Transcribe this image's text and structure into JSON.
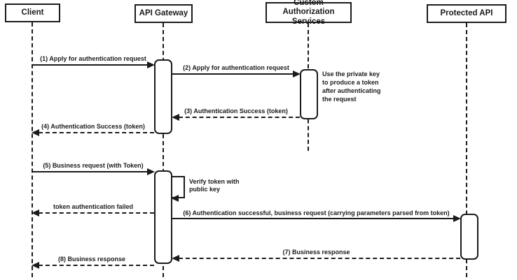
{
  "diagram": {
    "type": "sequence",
    "actors": [
      {
        "label": "Client"
      },
      {
        "label": "API Gateway"
      },
      {
        "label": "Custom Authorization Services"
      },
      {
        "label": "Protected API"
      }
    ],
    "messages": [
      {
        "label": "(1) Apply for authentication request",
        "from": "Client",
        "to": "API Gateway",
        "style": "solid"
      },
      {
        "label": "(2) Apply for authentication request",
        "from": "API Gateway",
        "to": "Custom Authorization Services",
        "style": "solid"
      },
      {
        "label": "(3) Authentication Success (token)",
        "from": "Custom Authorization Services",
        "to": "API Gateway",
        "style": "dashed"
      },
      {
        "label": "(4) Authentication Success (token)",
        "from": "API Gateway",
        "to": "Client",
        "style": "dashed"
      },
      {
        "label": "(5) Business request (with Token)",
        "from": "Client",
        "to": "API Gateway",
        "style": "solid"
      },
      {
        "label": "Verify token with public key",
        "from": "API Gateway",
        "to": "API Gateway",
        "style": "self"
      },
      {
        "label": "token authentication failed",
        "from": "API Gateway",
        "to": "Client",
        "style": "dashed"
      },
      {
        "label": "(6) Authentication successful, business request (carrying parameters parsed from token)",
        "from": "API Gateway",
        "to": "Protected API",
        "style": "solid"
      },
      {
        "label": "(7) Business response",
        "from": "Protected API",
        "to": "API Gateway",
        "style": "dashed"
      },
      {
        "label": "(8) Business response",
        "from": "API Gateway",
        "to": "Client",
        "style": "dashed"
      }
    ],
    "notes": [
      {
        "text": "Use the private key to produce a token after authenticating the request",
        "attached_to": "Custom Authorization Services"
      }
    ],
    "colors": {
      "line": "#1b1b1b",
      "background": "#ffffff",
      "text": "#1b1b1b"
    }
  }
}
